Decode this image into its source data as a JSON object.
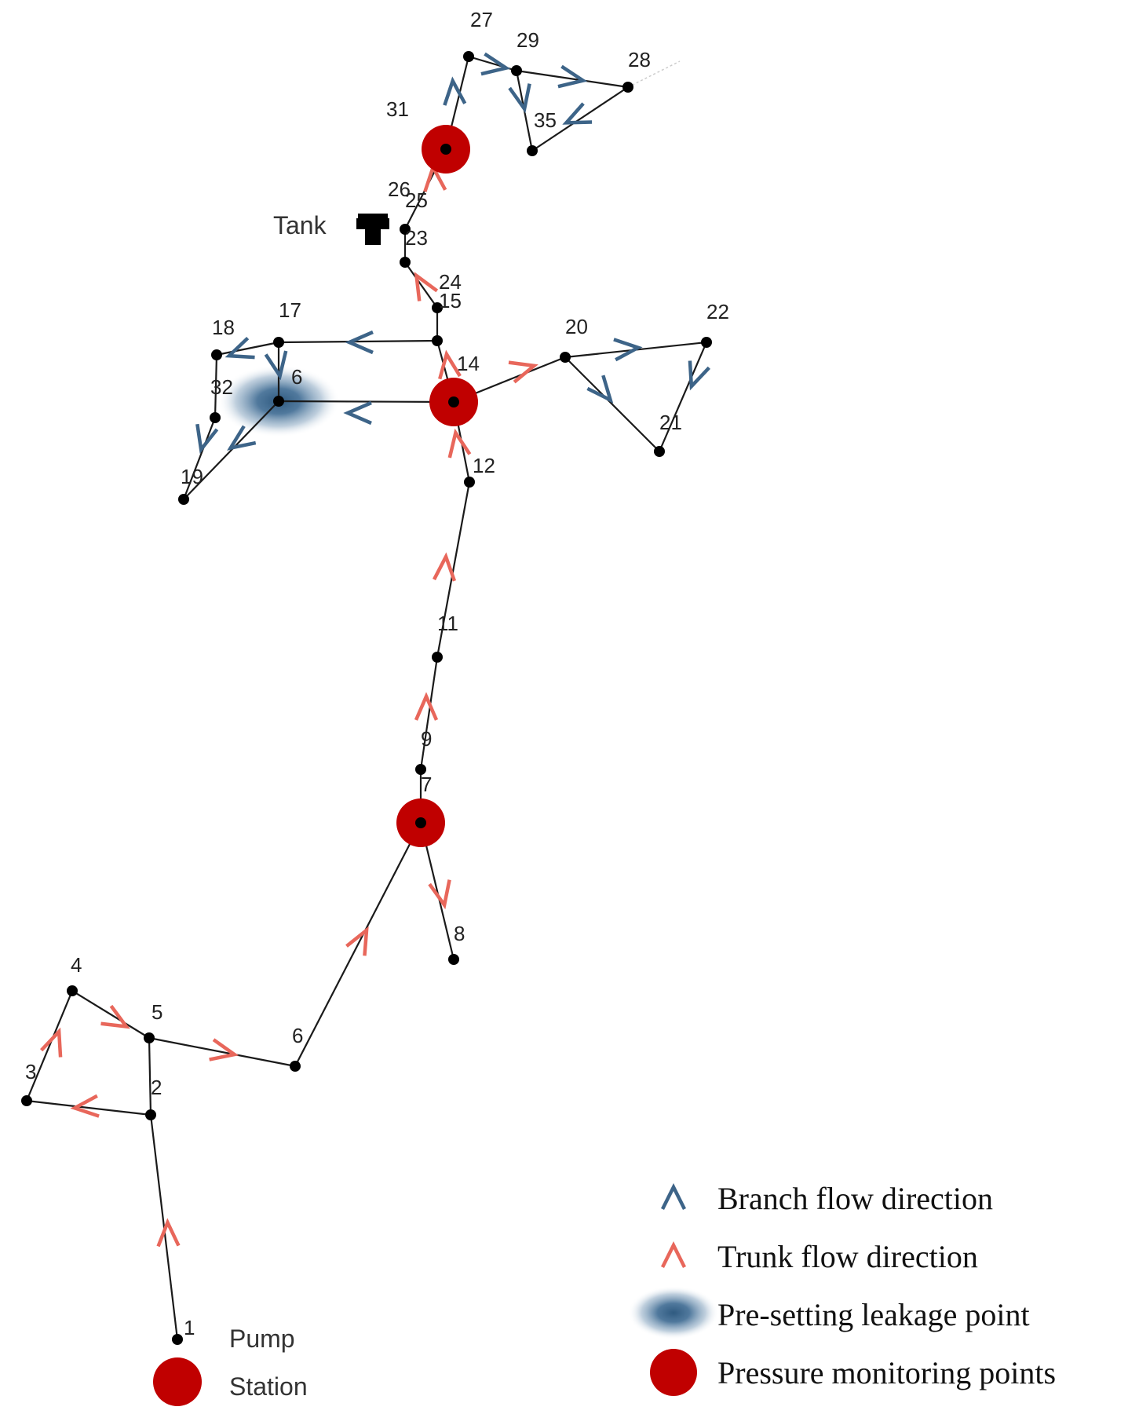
{
  "colors": {
    "branch": "#3d6488",
    "trunk": "#e8675b",
    "monitor": "#c00000",
    "leak": "#2f5a80",
    "node": "#000000",
    "pipe": "#1a1a1a"
  },
  "nodes": [
    {
      "id": "1",
      "label": "1"
    },
    {
      "id": "2",
      "label": "2"
    },
    {
      "id": "3",
      "label": "3"
    },
    {
      "id": "4",
      "label": "4"
    },
    {
      "id": "5",
      "label": "5"
    },
    {
      "id": "6",
      "label": "6"
    },
    {
      "id": "7",
      "label": "7"
    },
    {
      "id": "8",
      "label": "8"
    },
    {
      "id": "9",
      "label": "9"
    },
    {
      "id": "11",
      "label": "11"
    },
    {
      "id": "12",
      "label": "12"
    },
    {
      "id": "14",
      "label": "14"
    },
    {
      "id": "15",
      "label": "15"
    },
    {
      "id": "16",
      "label": "6"
    },
    {
      "id": "17",
      "label": "17"
    },
    {
      "id": "18",
      "label": "18"
    },
    {
      "id": "19",
      "label": "19"
    },
    {
      "id": "20",
      "label": "20"
    },
    {
      "id": "21",
      "label": "21"
    },
    {
      "id": "22",
      "label": "22"
    },
    {
      "id": "23",
      "label": "23"
    },
    {
      "id": "24",
      "label": "24"
    },
    {
      "id": "25",
      "label": "25"
    },
    {
      "id": "26",
      "label": "26"
    },
    {
      "id": "27",
      "label": "27"
    },
    {
      "id": "28",
      "label": "28"
    },
    {
      "id": "29",
      "label": "29"
    },
    {
      "id": "31",
      "label": "31"
    },
    {
      "id": "32",
      "label": "32"
    },
    {
      "id": "35",
      "label": "35"
    }
  ],
  "annotations": {
    "tank": "Tank",
    "pump_line1": "Pump",
    "pump_line2": "Station"
  },
  "legend": {
    "branch": "Branch flow direction",
    "trunk": "Trunk flow direction",
    "leak": "Pre-setting leakage point",
    "monitor": "Pressure monitoring points"
  }
}
